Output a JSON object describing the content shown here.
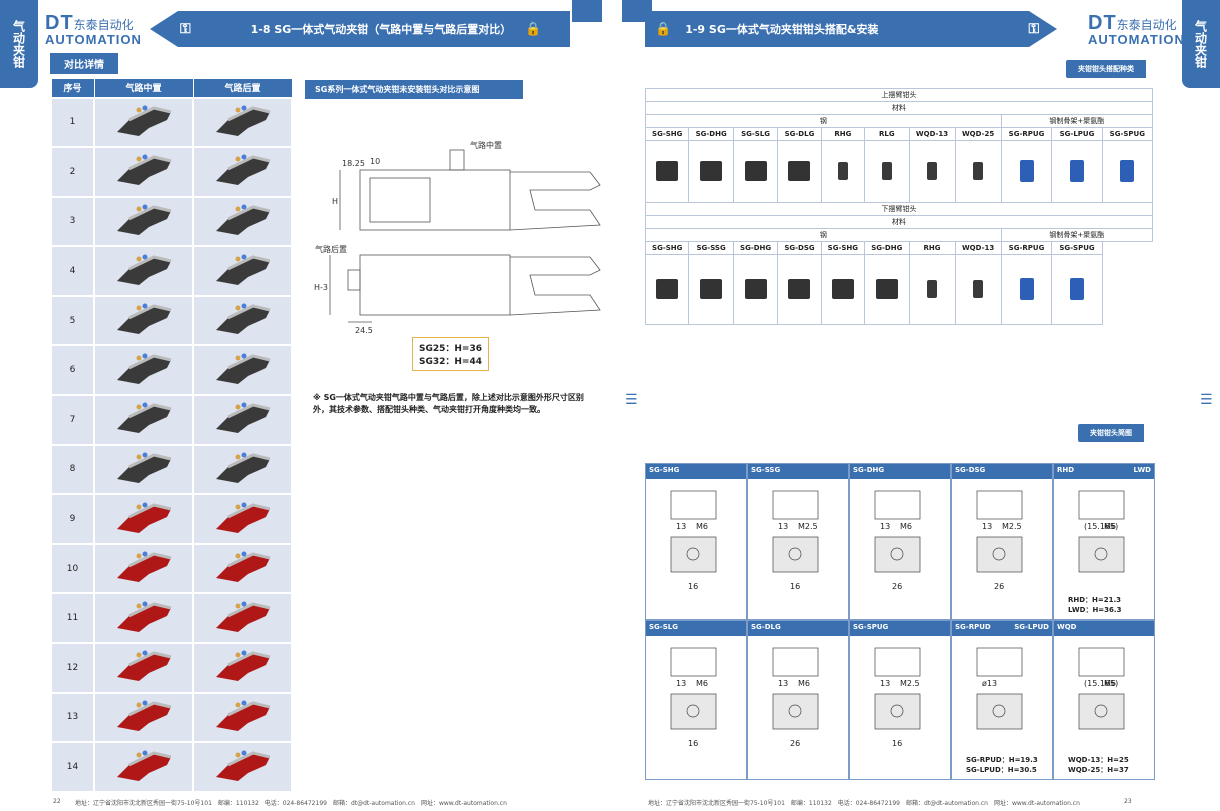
{
  "side_tab": "气动夹钳",
  "logo": {
    "dt": "DT",
    "cn": "东泰自动化",
    "auto": "AUTOMATION"
  },
  "left": {
    "banner": "1-8 SG一体式气动夹钳（气路中置与气路后置对比）",
    "section": "对比详情",
    "headers": [
      "序号",
      "气路中置",
      "气路后置"
    ],
    "rows": [
      "1",
      "2",
      "3",
      "4",
      "5",
      "6",
      "7",
      "8",
      "9",
      "10",
      "11",
      "12",
      "13",
      "14"
    ],
    "compare_title": "SG系列一体式气动夹钳未安装钳头对比示意图",
    "drawing_labels": {
      "mid": "气路中置",
      "rear": "气路后置",
      "d10": "10",
      "d1825": "18.25",
      "dh": "H",
      "dh2": "H-3",
      "d245": "24.5"
    },
    "h_values": [
      "SG25：H=36",
      "SG32：H=44"
    ],
    "note": "※ SG一体式气动夹钳气路中置与气路后置，除上述对比示意图外形尺寸区别外，其技术参数、搭配钳头种类、气动夹钳打开角度种类均一致。",
    "page_no": "22",
    "footer": "地址：辽宁省沈阳市沈北新区秀园一街75-10号101　邮编：110132　电话：024-86472199　邮箱：dt@dt-automation.cn　网址：www.dt-automation.cn"
  },
  "right": {
    "banner": "1-9 SG一体式气动夹钳钳头搭配&安装",
    "tag1": "夹钳钳头搭配种类",
    "upper": "上摆臂钳头",
    "material": "材料",
    "steel": "钢",
    "steel_poly": "钢制骨架+聚氨酯",
    "upper_models": [
      "SG-SHG",
      "SG-DHG",
      "SG-SLG",
      "SG-DLG",
      "RHG",
      "RLG",
      "WQD-13",
      "WQD-25",
      "SG-RPUG",
      "SG-LPUG",
      "SG-SPUG"
    ],
    "lower": "下摆臂钳头",
    "lower_models": [
      "SG-SHG",
      "SG-SSG",
      "SG-DHG",
      "SG-DSG",
      "SG-SHG",
      "SG-DHG",
      "RHG",
      "WQD-13",
      "SG-RPUG",
      "SG-SPUG"
    ],
    "tag2": "夹钳钳头简图",
    "grid": [
      {
        "title": "SG-SHG",
        "dims": [
          "13",
          "M6",
          "16"
        ]
      },
      {
        "title": "SG-SSG",
        "dims": [
          "13",
          "M2.5",
          "16"
        ]
      },
      {
        "title": "SG-DHG",
        "dims": [
          "13",
          "M6",
          "26"
        ]
      },
      {
        "title": "SG-DSG",
        "dims": [
          "13",
          "M2.5",
          "26"
        ]
      },
      {
        "title": "RHD",
        "title2": "LWD",
        "dims": [
          "(15.165)",
          "M6"
        ],
        "notes": [
          "RHD：H=21.3",
          "LWD：H=36.3"
        ]
      },
      {
        "title": "SG-SLG",
        "dims": [
          "13",
          "M6",
          "16"
        ]
      },
      {
        "title": "SG-DLG",
        "dims": [
          "13",
          "M6",
          "26"
        ]
      },
      {
        "title": "SG-SPUG",
        "dims": [
          "13",
          "M2.5",
          "16"
        ]
      },
      {
        "title": "SG-RPUD",
        "title2": "SG-LPUD",
        "dims": [
          "ø13"
        ],
        "notes": [
          "SG-RPUD：H=19.3",
          "SG-LPUD：H=30.5"
        ]
      },
      {
        "title": "WQD",
        "dims": [
          "(15.165)",
          "M6"
        ],
        "notes": [
          "WQD-13：H=25",
          "WQD-25：H=37"
        ]
      }
    ],
    "page_no": "23",
    "footer": "地址：辽宁省沈阳市沈北新区秀园一街75-10号101　邮编：110132　电话：024-86472199　邮箱：dt@dt-automation.cn　网址：www.dt-automation.cn"
  }
}
